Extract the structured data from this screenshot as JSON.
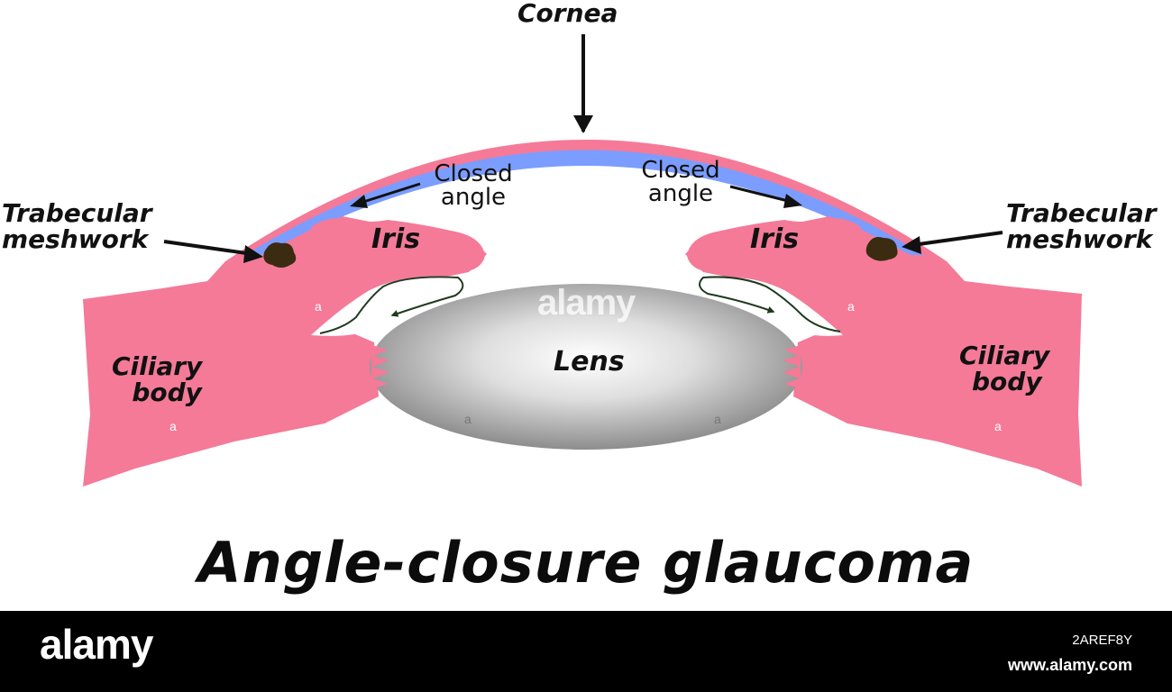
{
  "labels": {
    "cornea": "Cornea",
    "trabecular_left": [
      "Trabecular",
      "meshwork"
    ],
    "trabecular_right": [
      "Trabecular",
      "meshwork"
    ],
    "closed_angle_left": [
      "Closed",
      "angle"
    ],
    "closed_angle_right": [
      "Closed",
      "angle"
    ],
    "iris_left": "Iris",
    "iris_right": "Iris",
    "lens": "Lens",
    "ciliary_left": [
      "Ciliary",
      "body"
    ],
    "ciliary_right": [
      "Ciliary",
      "body"
    ]
  },
  "title": "Angle-closure glaucoma",
  "footer": {
    "brand": "alamy",
    "image_id": "2AREF8Y",
    "site": "www.alamy.com"
  },
  "watermark": "alamy",
  "colors": {
    "tissue_pink": "#f47a98",
    "cornea_blue": "#7b9dff",
    "meshwork_brown": "#3b2b10",
    "lens_gray": "#9a9a9a",
    "footer_black": "#000000",
    "text": "#111111"
  }
}
